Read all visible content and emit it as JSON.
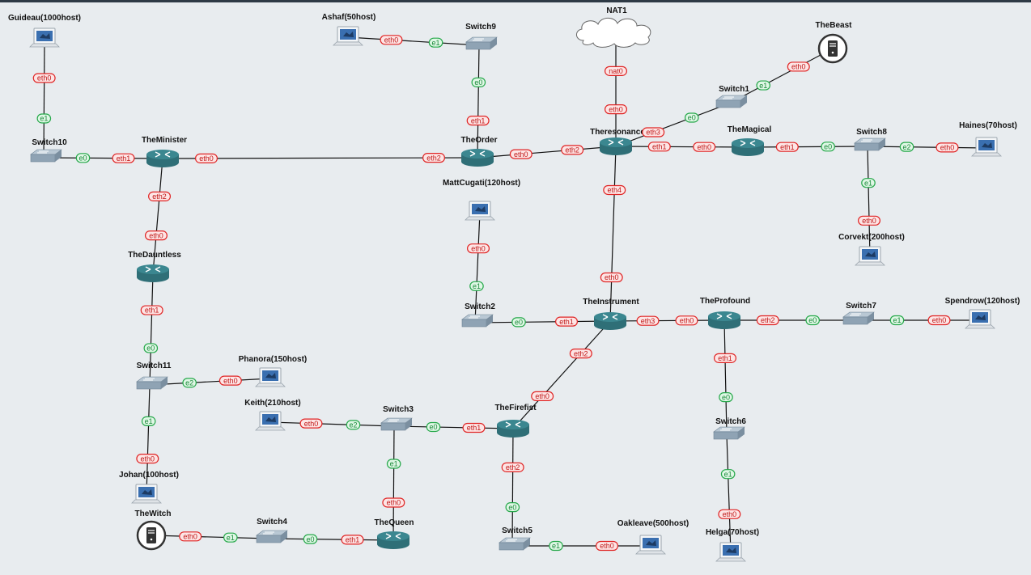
{
  "topology": {
    "nodes": [
      {
        "id": "Guideau",
        "label": "Guideau(1000host)",
        "type": "host"
      },
      {
        "id": "Ashaf",
        "label": "Ashaf(50host)",
        "type": "host"
      },
      {
        "id": "Switch9",
        "label": "Switch9",
        "type": "switch"
      },
      {
        "id": "NAT1",
        "label": "NAT1",
        "type": "cloud"
      },
      {
        "id": "TheBeast",
        "label": "TheBeast",
        "type": "server"
      },
      {
        "id": "Switch1",
        "label": "Switch1",
        "type": "switch"
      },
      {
        "id": "Switch10",
        "label": "Switch10",
        "type": "switch"
      },
      {
        "id": "TheMinister",
        "label": "TheMinister",
        "type": "router"
      },
      {
        "id": "TheOrder",
        "label": "TheOrder",
        "type": "router"
      },
      {
        "id": "Theresonance",
        "label": "Theresonance",
        "type": "router"
      },
      {
        "id": "TheMagical",
        "label": "TheMagical",
        "type": "router"
      },
      {
        "id": "Switch8",
        "label": "Switch8",
        "type": "switch"
      },
      {
        "id": "Haines",
        "label": "Haines(70host)",
        "type": "host"
      },
      {
        "id": "MattCugati",
        "label": "MattCugati(120host)",
        "type": "host"
      },
      {
        "id": "Corvekt",
        "label": "Corvekt(200host)",
        "type": "host"
      },
      {
        "id": "TheDauntless",
        "label": "TheDauntless",
        "type": "router"
      },
      {
        "id": "Switch2",
        "label": "Switch2",
        "type": "switch"
      },
      {
        "id": "TheInstrument",
        "label": "TheInstrument",
        "type": "router"
      },
      {
        "id": "TheProfound",
        "label": "TheProfound",
        "type": "router"
      },
      {
        "id": "Switch7",
        "label": "Switch7",
        "type": "switch"
      },
      {
        "id": "Spendrow",
        "label": "Spendrow(120host)",
        "type": "host"
      },
      {
        "id": "Switch11",
        "label": "Switch11",
        "type": "switch"
      },
      {
        "id": "Phanora",
        "label": "Phanora(150host)",
        "type": "host"
      },
      {
        "id": "Keith",
        "label": "Keith(210host)",
        "type": "host"
      },
      {
        "id": "Switch3",
        "label": "Switch3",
        "type": "switch"
      },
      {
        "id": "TheFirefist",
        "label": "TheFirefist",
        "type": "router"
      },
      {
        "id": "Switch6",
        "label": "Switch6",
        "type": "switch"
      },
      {
        "id": "Johan",
        "label": "Johan(100host)",
        "type": "host"
      },
      {
        "id": "TheWitch",
        "label": "TheWitch",
        "type": "server"
      },
      {
        "id": "Switch4",
        "label": "Switch4",
        "type": "switch"
      },
      {
        "id": "TheQueen",
        "label": "TheQueen",
        "type": "router"
      },
      {
        "id": "Switch5",
        "label": "Switch5",
        "type": "switch"
      },
      {
        "id": "Oakleave",
        "label": "Oakleave(500host)",
        "type": "host"
      },
      {
        "id": "Helga",
        "label": "Helga(70host)",
        "type": "host"
      }
    ],
    "links": [
      {
        "a": "Guideau",
        "pa": "eth0",
        "b": "Switch10",
        "pb": "e1"
      },
      {
        "a": "Ashaf",
        "pa": "eth0",
        "b": "Switch9",
        "pb": "e1"
      },
      {
        "a": "Switch9",
        "pa": "e0",
        "b": "TheOrder",
        "pb": "eth1"
      },
      {
        "a": "NAT1",
        "pa": "nat0",
        "b": "Theresonance",
        "pb": "eth0"
      },
      {
        "a": "TheBeast",
        "pa": "eth0",
        "b": "Switch1",
        "pb": "e1"
      },
      {
        "a": "Switch1",
        "pa": "e0",
        "b": "Theresonance",
        "pb": "eth3"
      },
      {
        "a": "Switch10",
        "pa": "e0",
        "b": "TheMinister",
        "pb": "eth1"
      },
      {
        "a": "TheMinister",
        "pa": "eth0",
        "b": "TheOrder",
        "pb": "eth2"
      },
      {
        "a": "TheOrder",
        "pa": "eth0",
        "b": "Theresonance",
        "pb": "eth2"
      },
      {
        "a": "Theresonance",
        "pa": "eth1",
        "b": "TheMagical",
        "pb": "eth0"
      },
      {
        "a": "TheMagical",
        "pa": "eth1",
        "b": "Switch8",
        "pb": "e0"
      },
      {
        "a": "Switch8",
        "pa": "e2",
        "b": "Haines",
        "pb": "eth0"
      },
      {
        "a": "Switch8",
        "pa": "e1",
        "b": "Corvekt",
        "pb": "eth0"
      },
      {
        "a": "Theresonance",
        "pa": "eth4",
        "b": "TheInstrument",
        "pb": "eth0"
      },
      {
        "a": "TheMinister",
        "pa": "eth2",
        "b": "TheDauntless",
        "pb": "eth0"
      },
      {
        "a": "MattCugati",
        "pa": "eth0",
        "b": "Switch2",
        "pb": "e1"
      },
      {
        "a": "Switch2",
        "pa": "e0",
        "b": "TheInstrument",
        "pb": "eth1"
      },
      {
        "a": "TheInstrument",
        "pa": "eth3",
        "b": "TheProfound",
        "pb": "eth0"
      },
      {
        "a": "TheProfound",
        "pa": "eth2",
        "b": "Switch7",
        "pb": "e0"
      },
      {
        "a": "Switch7",
        "pa": "e1",
        "b": "Spendrow",
        "pb": "eth0"
      },
      {
        "a": "TheDauntless",
        "pa": "eth1",
        "b": "Switch11",
        "pb": "e0"
      },
      {
        "a": "Switch11",
        "pa": "e2",
        "b": "Phanora",
        "pb": "eth0"
      },
      {
        "a": "Switch11",
        "pa": "e1",
        "b": "Johan",
        "pb": "eth0"
      },
      {
        "a": "TheInstrument",
        "pa": "eth2",
        "b": "TheFirefist",
        "pb": "eth0"
      },
      {
        "a": "Keith",
        "pa": "eth0",
        "b": "Switch3",
        "pb": "e2"
      },
      {
        "a": "Switch3",
        "pa": "e0",
        "b": "TheFirefist",
        "pb": "eth1"
      },
      {
        "a": "Switch3",
        "pa": "e1",
        "b": "TheQueen",
        "pb": "eth0"
      },
      {
        "a": "TheProfound",
        "pa": "eth1",
        "b": "Switch6",
        "pb": "e0"
      },
      {
        "a": "Switch6",
        "pa": "e1",
        "b": "Helga",
        "pb": "eth0"
      },
      {
        "a": "TheWitch",
        "pa": "eth0",
        "b": "Switch4",
        "pb": "e1"
      },
      {
        "a": "Switch4",
        "pa": "e0",
        "b": "TheQueen",
        "pb": "eth1"
      },
      {
        "a": "TheFirefist",
        "pa": "eth2",
        "b": "Switch5",
        "pb": "e0"
      },
      {
        "a": "Switch5",
        "pa": "e1",
        "b": "Oakleave",
        "pb": "eth0"
      }
    ]
  },
  "colors": {
    "background": "#e8ecef",
    "router": "#3b8790",
    "switch": "#8fa3b4",
    "host_screen": "#3a6fb0",
    "ethernet_port_border": "#e02525",
    "ethernet_port_fill": "#fde5e5",
    "switch_port_border": "#26a84a",
    "switch_port_fill": "#dff7e5",
    "link": "#111111"
  }
}
